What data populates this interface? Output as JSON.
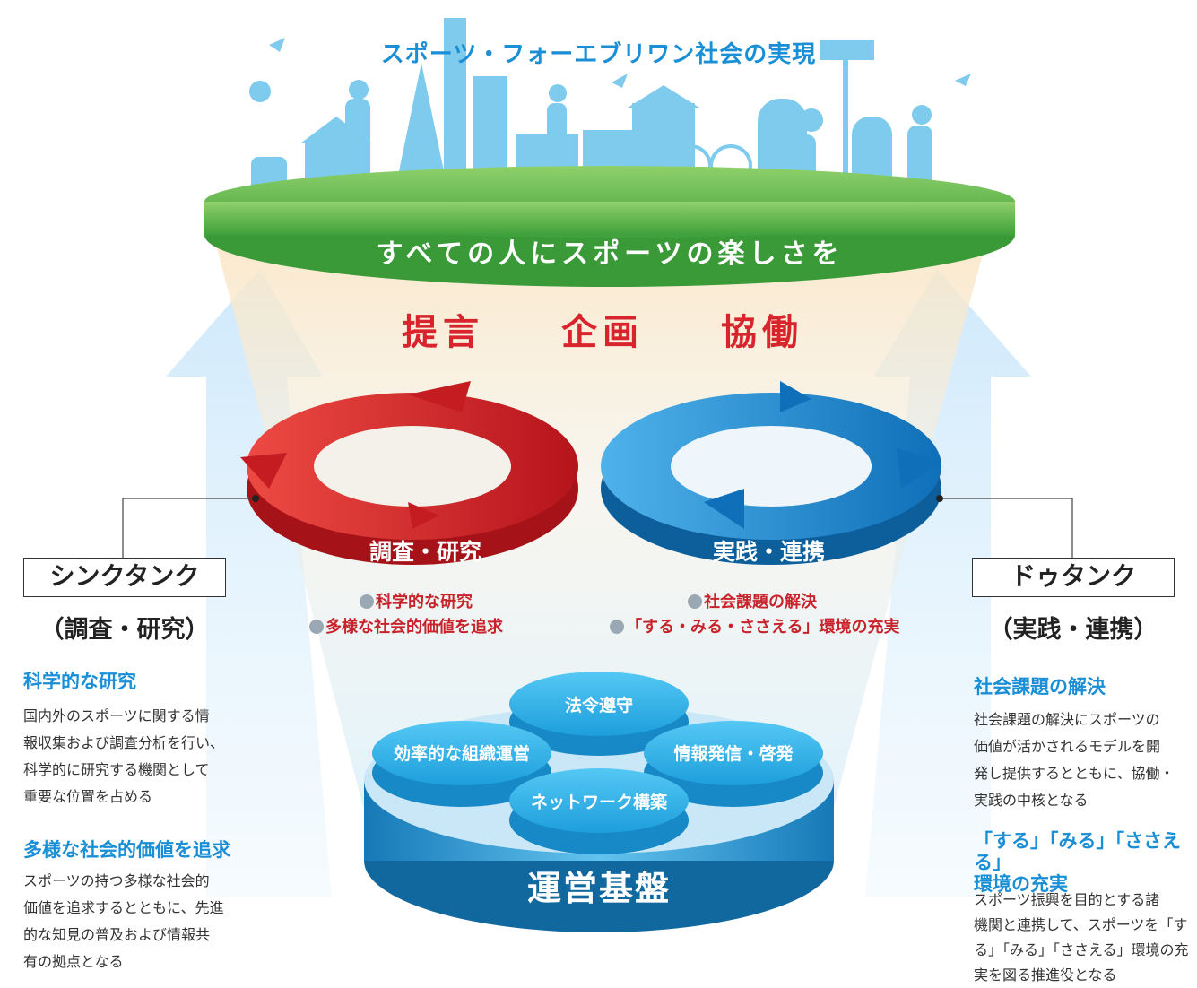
{
  "title": "スポーツ・フォーエブリワン社会の実現",
  "green_band": "すべての人にスポーツの楽しさを",
  "actions": [
    "提言",
    "企画",
    "協働"
  ],
  "left_ring": {
    "label": "調査・研究",
    "bullets": [
      "科学的な研究",
      "多様な社会的価値を追求"
    ]
  },
  "right_ring": {
    "label": "実践・連携",
    "bullets": [
      "社会課題の解決",
      "「する・みる・ささえる」環境の充実"
    ]
  },
  "left_panel": {
    "box": "シンクタンク",
    "sub": "（調査・研究）",
    "sections": [
      {
        "heading": "科学的な研究",
        "body": "国内外のスポーツに関する情\n報収集および調査分析を行い、\n科学的に研究する機関として\n重要な位置を占める"
      },
      {
        "heading": "多様な社会的価値を追求",
        "body": "スポーツの持つ多様な社会的\n価値を追求するとともに、先進\n的な知見の普及および情報共\n有の拠点となる"
      }
    ]
  },
  "right_panel": {
    "box": "ドゥタンク",
    "sub": "（実践・連携）",
    "sections": [
      {
        "heading": "社会課題の解決",
        "body": "社会課題の解決にスポーツの\n価値が活かされるモデルを開\n発し提供するとともに、協働・\n実践の中核となる"
      },
      {
        "heading": "「する」「みる」「ささえる」\n環境の充実",
        "body": "スポーツ振興を目的とする諸\n機関と連携して、スポーツを「す\nる」「みる」「ささえる」環境の充\n実を図る推進役となる"
      }
    ]
  },
  "foundation": {
    "label": "運営基盤",
    "discs": [
      "法令遵守",
      "効率的な組織運営",
      "情報発信・啓発",
      "ネットワーク構築"
    ]
  },
  "colors": {
    "title_blue": "#1a8fd6",
    "accent_red": "#d8242d",
    "green": "#5cb545",
    "ring_red": "#d42a2e",
    "ring_blue": "#1e88d0",
    "disc_blue": "#29b3ec"
  }
}
